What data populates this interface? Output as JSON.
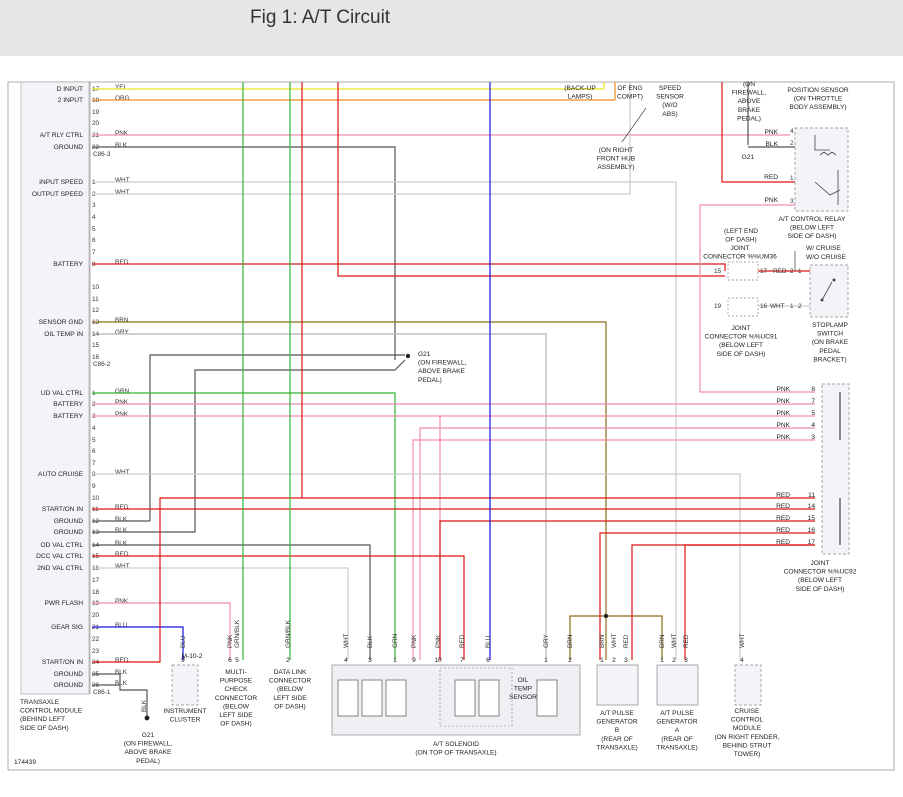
{
  "title": "Fig 1: A/T Circuit",
  "figure_id": "174439",
  "colors": {
    "YEL": "#e8e81e",
    "ORG": "#f08c1e",
    "PNK": "#f08cb4",
    "BLK": "#555555",
    "WHT": "#cccccc",
    "RED": "#e01414",
    "BRN": "#8c6e14",
    "GRY": "#b4b4b4",
    "GRN": "#32b432",
    "BLU": "#1414e0",
    "GRNBLK": "#32b432"
  },
  "tcm": {
    "label": [
      "TRANSAXLE",
      "CONTROL MODULE",
      "(BEHIND LEFT",
      "SIDE OF DASH)"
    ],
    "connectors": [
      "C86-3",
      "C86-2",
      "C86-1"
    ],
    "pins": [
      {
        "pin": "17",
        "sig": "D INPUT",
        "wire": "YEL"
      },
      {
        "pin": "18",
        "sig": "2 INPUT",
        "wire": "ORG"
      },
      {
        "pin": "19",
        "sig": "",
        "wire": ""
      },
      {
        "pin": "20",
        "sig": "",
        "wire": ""
      },
      {
        "pin": "21",
        "sig": "A/T RLY CTRL",
        "wire": "PNK"
      },
      {
        "pin": "22",
        "sig": "GROUND",
        "wire": "BLK"
      },
      {
        "pin": "1",
        "sig": "INPUT SPEED",
        "wire": "WHT"
      },
      {
        "pin": "2",
        "sig": "OUTPUT SPEED",
        "wire": "WHT"
      },
      {
        "pin": "3",
        "sig": "",
        "wire": ""
      },
      {
        "pin": "4",
        "sig": "",
        "wire": ""
      },
      {
        "pin": "5",
        "sig": "",
        "wire": ""
      },
      {
        "pin": "6",
        "sig": "",
        "wire": ""
      },
      {
        "pin": "7",
        "sig": "",
        "wire": ""
      },
      {
        "pin": "8",
        "sig": "BATTERY",
        "wire": "RED"
      },
      {
        "pin": "10",
        "sig": "",
        "wire": ""
      },
      {
        "pin": "11",
        "sig": "",
        "wire": ""
      },
      {
        "pin": "12",
        "sig": "",
        "wire": ""
      },
      {
        "pin": "13",
        "sig": "SENSOR GND",
        "wire": "BRN"
      },
      {
        "pin": "14",
        "sig": "OIL TEMP IN",
        "wire": "GRY"
      },
      {
        "pin": "15",
        "sig": "",
        "wire": ""
      },
      {
        "pin": "16",
        "sig": "",
        "wire": ""
      },
      {
        "pin": "1",
        "sig": "UD VAL CTRL",
        "wire": "GRN"
      },
      {
        "pin": "2",
        "sig": "BATTERY",
        "wire": "PNK"
      },
      {
        "pin": "3",
        "sig": "BATTERY",
        "wire": "PNK"
      },
      {
        "pin": "4",
        "sig": "",
        "wire": ""
      },
      {
        "pin": "5",
        "sig": "",
        "wire": ""
      },
      {
        "pin": "6",
        "sig": "",
        "wire": ""
      },
      {
        "pin": "7",
        "sig": "",
        "wire": ""
      },
      {
        "pin": "8",
        "sig": "AUTO CRUISE",
        "wire": "WHT"
      },
      {
        "pin": "9",
        "sig": "",
        "wire": ""
      },
      {
        "pin": "10",
        "sig": "",
        "wire": ""
      },
      {
        "pin": "11",
        "sig": "START/ON IN",
        "wire": "RED"
      },
      {
        "pin": "12",
        "sig": "GROUND",
        "wire": "BLK"
      },
      {
        "pin": "13",
        "sig": "GROUND",
        "wire": "BLK"
      },
      {
        "pin": "14",
        "sig": "OD VAL CTRL",
        "wire": "BLK"
      },
      {
        "pin": "15",
        "sig": "DCC VAL CTRL",
        "wire": "RED"
      },
      {
        "pin": "16",
        "sig": "2ND VAL CTRL",
        "wire": "WHT"
      },
      {
        "pin": "17",
        "sig": "",
        "wire": ""
      },
      {
        "pin": "18",
        "sig": "",
        "wire": ""
      },
      {
        "pin": "19",
        "sig": "PWR FLASH",
        "wire": "PNK"
      },
      {
        "pin": "20",
        "sig": "",
        "wire": ""
      },
      {
        "pin": "21",
        "sig": "GEAR SIG",
        "wire": "BLU"
      },
      {
        "pin": "22",
        "sig": "",
        "wire": ""
      },
      {
        "pin": "23",
        "sig": "",
        "wire": ""
      },
      {
        "pin": "24",
        "sig": "START/ON IN",
        "wire": "RED"
      },
      {
        "pin": "25",
        "sig": "GROUND",
        "wire": "BLK"
      },
      {
        "pin": "26",
        "sig": "GROUND",
        "wire": "BLK"
      }
    ]
  },
  "components": {
    "backup_lamps": [
      "(BACK-UP",
      "LAMPS)"
    ],
    "eng_compt": [
      "OF ENG",
      "COMPT)"
    ],
    "speed_sensor": [
      "SPEED",
      "SENSOR",
      "(W/O",
      "ABS)"
    ],
    "front_hub": [
      "(ON RIGHT",
      "FRONT HUB",
      "ASSEMBLY)"
    ],
    "firewall_top": [
      "(ON",
      "FIREWALL,",
      "ABOVE",
      "BRAKE",
      "PEDAL)"
    ],
    "tps": [
      "POSITION SENSOR",
      "(ON THROTTLE",
      "BODY ASSEMBLY)"
    ],
    "g21": "G21",
    "relay": [
      "A/T CONTROL RELAY",
      "(BELOW LEFT",
      "SIDE OF DASH)"
    ],
    "left_end": [
      "(LEFT END",
      "OF DASH)"
    ],
    "w_cruise": "W/ CRUISE",
    "wo_cruise": "W/O CRUISE",
    "um36": [
      "JOINT",
      "CONNECTOR %%UM36"
    ],
    "uc91": [
      "JOINT",
      "CONNECTOR %%UC91",
      "(BELOW LEFT",
      "SIDE OF DASH)"
    ],
    "stoplamp": [
      "STOPLAMP",
      "SWITCH",
      "(ON BRAKE",
      "PEDAL",
      "BRACKET)"
    ],
    "g21_mid": [
      "G21",
      "(ON FIREWALL,",
      "ABOVE BRAKE",
      "PEDAL)"
    ],
    "uc92": [
      "JOINT",
      "CONNECTOR %%UC92",
      "(BELOW LEFT",
      "SIDE OF DASH)"
    ],
    "g21_bottom": [
      "G21",
      "(ON FIREWALL,",
      "ABOVE BRAKE",
      "PEDAL)"
    ],
    "cluster": [
      "INSTRUMENT",
      "CLUSTER"
    ],
    "cluster_pins": [
      "9",
      "M-10-2"
    ],
    "mpcc": [
      "MULTI-",
      "PURPOSE",
      "CHECK",
      "CONNECTOR",
      "(BELOW",
      "LEFT SIDE",
      "OF DASH)"
    ],
    "dlc": [
      "DATA LINK",
      "CONNECTOR",
      "(BELOW",
      "LEFT SIDE",
      "OF DASH)"
    ],
    "solenoid": [
      "A/T SOLENOID",
      "(ON TOP OF TRANSAXLE)"
    ],
    "oil_temp": [
      "OIL",
      "TEMP",
      "SENSOR"
    ],
    "pulse_b": [
      "A/T PULSE",
      "GENERATOR",
      "B",
      "(REAR OF",
      "TRANSAXLE)"
    ],
    "pulse_a": [
      "A/T PULSE",
      "GENERATOR",
      "A",
      "(REAR OF",
      "TRANSAXLE)"
    ],
    "cruise": [
      "CRUISE",
      "CONTROL",
      "MODULE",
      "(ON RIGHT FENDER,",
      "BEHIND STRUT",
      "TOWER)"
    ]
  }
}
